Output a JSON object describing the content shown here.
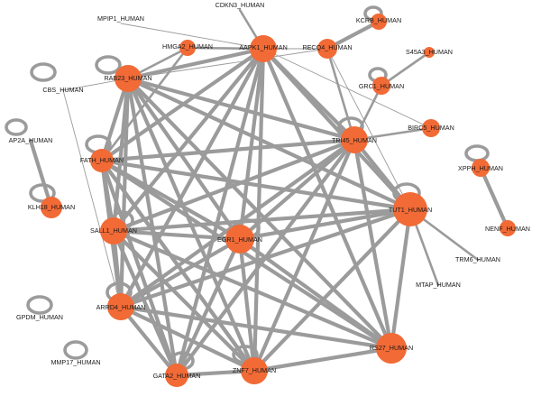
{
  "nodes": [
    {
      "id": "MPIP1",
      "label": "MPIP1_HUMAN"
    },
    {
      "id": "CDKN3",
      "label": "CDKN3_HUMAN"
    },
    {
      "id": "HMGA2",
      "label": "HMGA2_HUMAN"
    },
    {
      "id": "AAPK1",
      "label": "AAPK1_HUMAN"
    },
    {
      "id": "RECQ4",
      "label": "RECQ4_HUMAN"
    },
    {
      "id": "KCRB",
      "label": "KCRB_HUMAN"
    },
    {
      "id": "S45A3",
      "label": "S45A3_HUMAN"
    },
    {
      "id": "CBS",
      "label": "CBS_HUMAN"
    },
    {
      "id": "RAB23",
      "label": "RAB23_HUMAN"
    },
    {
      "id": "GRC1",
      "label": "GRC1_HUMAN"
    },
    {
      "id": "BIRC5",
      "label": "BIRC5_HUMAN"
    },
    {
      "id": "AP2A",
      "label": "AP2A_HUMAN"
    },
    {
      "id": "FATH",
      "label": "FATH_HUMAN"
    },
    {
      "id": "TRI45",
      "label": "TRI45_HUMAN"
    },
    {
      "id": "XPPH",
      "label": "XPPH_HUMAN"
    },
    {
      "id": "KLH18",
      "label": "KLH18_HUMAN"
    },
    {
      "id": "TUT1",
      "label": "TUT1_HUMAN"
    },
    {
      "id": "SALL1",
      "label": "SALL1_HUMAN"
    },
    {
      "id": "EGR1",
      "label": "EGR1_HUMAN"
    },
    {
      "id": "NENF",
      "label": "NENF_HUMAN"
    },
    {
      "id": "TRM6",
      "label": "TRM6_HUMAN"
    },
    {
      "id": "MTAP",
      "label": "MTAP_HUMAN"
    },
    {
      "id": "ARRD4",
      "label": "ARRD4_HUMAN"
    },
    {
      "id": "GPDM",
      "label": "GPDM_HUMAN"
    },
    {
      "id": "RS27",
      "label": "RS27_HUMAN"
    },
    {
      "id": "MMP17",
      "label": "MMP17_HUMAN"
    },
    {
      "id": "GATA2",
      "label": "GATA2_HUMAN"
    },
    {
      "id": "ZNF7",
      "label": "ZNF7_HUMAN"
    }
  ],
  "self_loops": [
    "CBS",
    "RAB23",
    "KCRB",
    "GRC1",
    "AP2A",
    "FATH",
    "TRI45",
    "XPPH",
    "KLH18",
    "TUT1",
    "SALL1",
    "EGR1",
    "ARRD4",
    "GPDM",
    "MMP17",
    "GATA2",
    "ZNF7"
  ],
  "edges": [
    [
      "RAB23",
      "AAPK1",
      "thick"
    ],
    [
      "RAB23",
      "TRI45",
      "thick"
    ],
    [
      "RAB23",
      "TUT1",
      "thick"
    ],
    [
      "RAB23",
      "SALL1",
      "thick"
    ],
    [
      "RAB23",
      "EGR1",
      "thick"
    ],
    [
      "RAB23",
      "ZNF7",
      "thick"
    ],
    [
      "RAB23",
      "RS27",
      "thick"
    ],
    [
      "RAB23",
      "ARRD4",
      "thick"
    ],
    [
      "RAB23",
      "GATA2",
      "thick"
    ],
    [
      "RAB23",
      "FATH",
      "thick"
    ],
    [
      "RAB23",
      "HMGA2",
      "medium"
    ],
    [
      "RAB23",
      "CBS",
      "thin"
    ],
    [
      "RAB23",
      "RECQ4",
      "thin"
    ],
    [
      "AAPK1",
      "TRI45",
      "thick"
    ],
    [
      "AAPK1",
      "TUT1",
      "thick"
    ],
    [
      "AAPK1",
      "SALL1",
      "thick"
    ],
    [
      "AAPK1",
      "EGR1",
      "thick"
    ],
    [
      "AAPK1",
      "ZNF7",
      "thick"
    ],
    [
      "AAPK1",
      "RS27",
      "thick"
    ],
    [
      "AAPK1",
      "ARRD4",
      "thick"
    ],
    [
      "AAPK1",
      "FATH",
      "thick"
    ],
    [
      "AAPK1",
      "GATA2",
      "thick"
    ],
    [
      "AAPK1",
      "HMGA2",
      "medium"
    ],
    [
      "AAPK1",
      "CDKN3",
      "medium"
    ],
    [
      "AAPK1",
      "RECQ4",
      "thin"
    ],
    [
      "AAPK1",
      "BIRC5",
      "thin"
    ],
    [
      "TRI45",
      "TUT1",
      "thick"
    ],
    [
      "TRI45",
      "SALL1",
      "thick"
    ],
    [
      "TRI45",
      "EGR1",
      "thick"
    ],
    [
      "TRI45",
      "ZNF7",
      "thick"
    ],
    [
      "TRI45",
      "RS27",
      "thick"
    ],
    [
      "TRI45",
      "ARRD4",
      "thick"
    ],
    [
      "TRI45",
      "FATH",
      "thick"
    ],
    [
      "TRI45",
      "BIRC5",
      "medium"
    ],
    [
      "TRI45",
      "GRC1",
      "medium"
    ],
    [
      "TRI45",
      "RECQ4",
      "medium"
    ],
    [
      "TRI45",
      "GATA2",
      "thick"
    ],
    [
      "TUT1",
      "SALL1",
      "thick"
    ],
    [
      "TUT1",
      "EGR1",
      "thick"
    ],
    [
      "TUT1",
      "ZNF7",
      "thick"
    ],
    [
      "TUT1",
      "RS27",
      "thick"
    ],
    [
      "TUT1",
      "ARRD4",
      "thick"
    ],
    [
      "TUT1",
      "FATH",
      "thick"
    ],
    [
      "TUT1",
      "TRM6",
      "medium"
    ],
    [
      "TUT1",
      "MTAP",
      "medium"
    ],
    [
      "TUT1",
      "RECQ4",
      "thin"
    ],
    [
      "SALL1",
      "EGR1",
      "thick"
    ],
    [
      "SALL1",
      "ZNF7",
      "thick"
    ],
    [
      "SALL1",
      "RS27",
      "thick"
    ],
    [
      "SALL1",
      "ARRD4",
      "thick"
    ],
    [
      "SALL1",
      "GATA2",
      "thick"
    ],
    [
      "SALL1",
      "FATH",
      "thick"
    ],
    [
      "EGR1",
      "ZNF7",
      "thick"
    ],
    [
      "EGR1",
      "RS27",
      "thick"
    ],
    [
      "EGR1",
      "ARRD4",
      "thick"
    ],
    [
      "EGR1",
      "GATA2",
      "thick"
    ],
    [
      "EGR1",
      "FATH",
      "thick"
    ],
    [
      "ZNF7",
      "RS27",
      "thick"
    ],
    [
      "ZNF7",
      "ARRD4",
      "thick"
    ],
    [
      "ZNF7",
      "GATA2",
      "thick"
    ],
    [
      "ZNF7",
      "FATH",
      "thick"
    ],
    [
      "RS27",
      "ARRD4",
      "thick"
    ],
    [
      "RS27",
      "FATH",
      "thick"
    ],
    [
      "ARRD4",
      "FATH",
      "thick"
    ],
    [
      "ARRD4",
      "GATA2",
      "thick"
    ],
    [
      "FATH",
      "GATA2",
      "thick"
    ],
    [
      "FATH",
      "ZNF7",
      "thick"
    ],
    [
      "HMGA2",
      "FATH",
      "medium"
    ],
    [
      "RECQ4",
      "KCRB",
      "thick"
    ],
    [
      "GRC1",
      "S45A3",
      "medium"
    ],
    [
      "XPPH",
      "NENF",
      "thick"
    ],
    [
      "AP2A",
      "KLH18",
      "thick"
    ],
    [
      "CBS",
      "ARRD4",
      "thin"
    ],
    [
      "MPIP1",
      "AAPK1",
      "thin"
    ]
  ]
}
